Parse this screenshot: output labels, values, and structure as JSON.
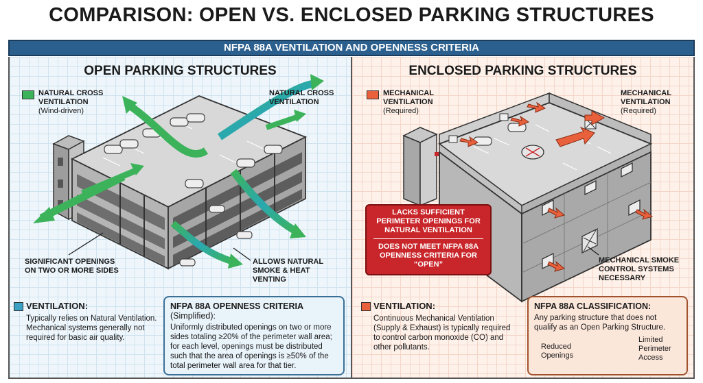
{
  "title": "COMPARISON: OPEN VS. ENCLOSED PARKING STRUCTURES",
  "banner": "NFPA 88A VENTILATION AND OPENNESS CRITERIA",
  "colors": {
    "open_accent": "#3aa0c4",
    "enclosed_accent": "#e8603c",
    "green_arrow": "#3cb35a",
    "red_box": "#c8262a",
    "banner": "#2b5f8e"
  },
  "open": {
    "heading": "OPEN PARKING STRUCTURES",
    "legend_label": "NATURAL CROSS VENTILATION",
    "legend_sub": "(Wind-driven)",
    "arrow_label": "NATURAL CROSS VENTILATION",
    "openings_label": "SIGNIFICANT OPENINGS ON TWO OR MORE SIDES",
    "venting_label": "ALLOWS NATURAL SMOKE & HEAT VENTING",
    "vent_heading": "VENTILATION:",
    "vent_text": "Typically relies on Natural Ventilation. Mechanical systems generally not required for basic air quality.",
    "criteria_heading": "NFPA 88A OPENNESS CRITERIA",
    "criteria_sub": "(Simplified):",
    "criteria_text": "Uniformly distributed openings on two or more sides totaling ≥20% of the perimeter wall area; for each level, openings must be distributed such that the area of openings is ≥50% of the total perimeter wall area for that tier."
  },
  "enclosed": {
    "heading": "ENCLOSED PARKING STRUCTURES",
    "legend_label": "MECHANICAL VENTILATION",
    "legend_sub": "(Required)",
    "arrow_label": "MECHANICAL VENTILATION",
    "arrow_sub": "(Required)",
    "warning_1": "LACKS SUFFICIENT PERIMETER OPENINGS FOR NATURAL VENTILATION",
    "warning_2": "DOES NOT MEET NFPA 88A OPENNESS CRITERIA FOR “OPEN”",
    "smoke_label": "MECHANICAL SMOKE CONTROL SYSTEMS NECESSARY",
    "vent_heading": "VENTILATION:",
    "vent_text": "Continuous Mechanical Ventilation (Supply & Exhaust) is typically required to control carbon monoxide (CO) and other pollutants.",
    "class_heading": "NFPA 88A CLASSIFICATION:",
    "class_text": "Any parking structure that does not qualify as an Open Parking Structure.",
    "reduced_label": "Reduced Openings",
    "limited_label": "Limited Perimeter Access"
  }
}
